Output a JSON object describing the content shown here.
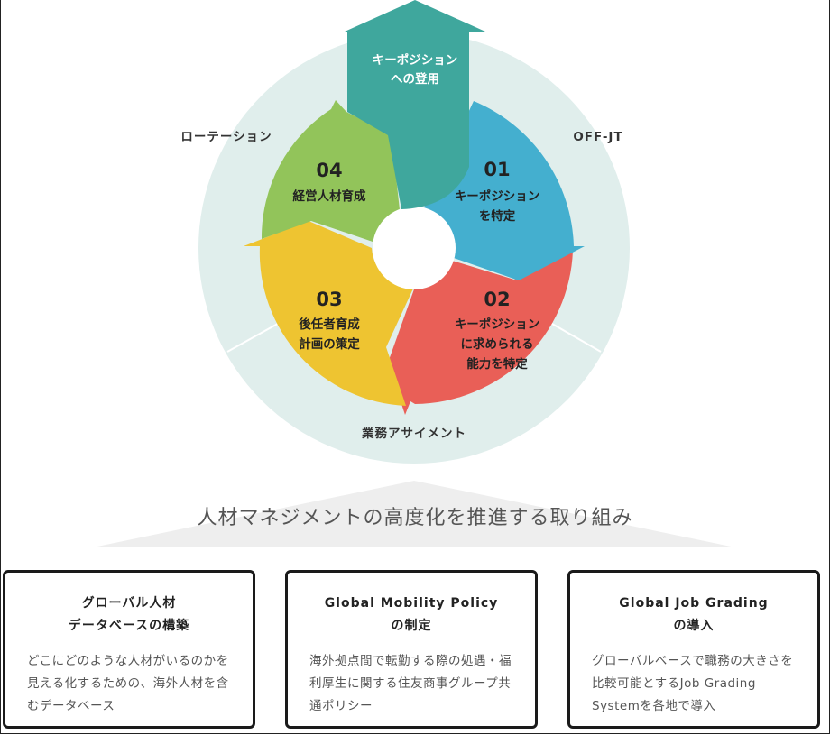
{
  "diagram": {
    "top_arrow": [
      "キーポジション",
      "への登用"
    ],
    "ring": {
      "left": "ローテーション",
      "right": "OFF-JT",
      "bottom": "業務アサイメント"
    },
    "segments": [
      {
        "num": "01",
        "lines": [
          "キーポジション",
          "を特定"
        ],
        "color": "#44afcf"
      },
      {
        "num": "02",
        "lines": [
          "キーポジション",
          "に求められる",
          "能力を特定"
        ],
        "color": "#e95f57"
      },
      {
        "num": "03",
        "lines": [
          "後任者育成",
          "計画の策定"
        ],
        "color": "#eec431"
      },
      {
        "num": "04",
        "lines": [
          "経営人材育成"
        ],
        "color": "#92c45a"
      }
    ],
    "arrow_color": "#3fa79d",
    "ring_color": "#e0eeec"
  },
  "headline": "人材マネジメントの高度化を推進する取り組み",
  "cards": [
    {
      "title": [
        "グローバル人材",
        "データベースの構築"
      ],
      "body": "どこにどのような人材がいるのかを見える化するための、海外人材を含むデータベース"
    },
    {
      "title": [
        "Global Mobility Policy",
        "の制定"
      ],
      "body": "海外拠点間で転勤する際の処遇・福利厚生に関する住友商事グループ共通ポリシー"
    },
    {
      "title": [
        "Global Job Grading",
        "の導入"
      ],
      "body": "グローバルベースで職務の大きさを比較可能とするJob Grading Systemを各地で導入"
    }
  ]
}
